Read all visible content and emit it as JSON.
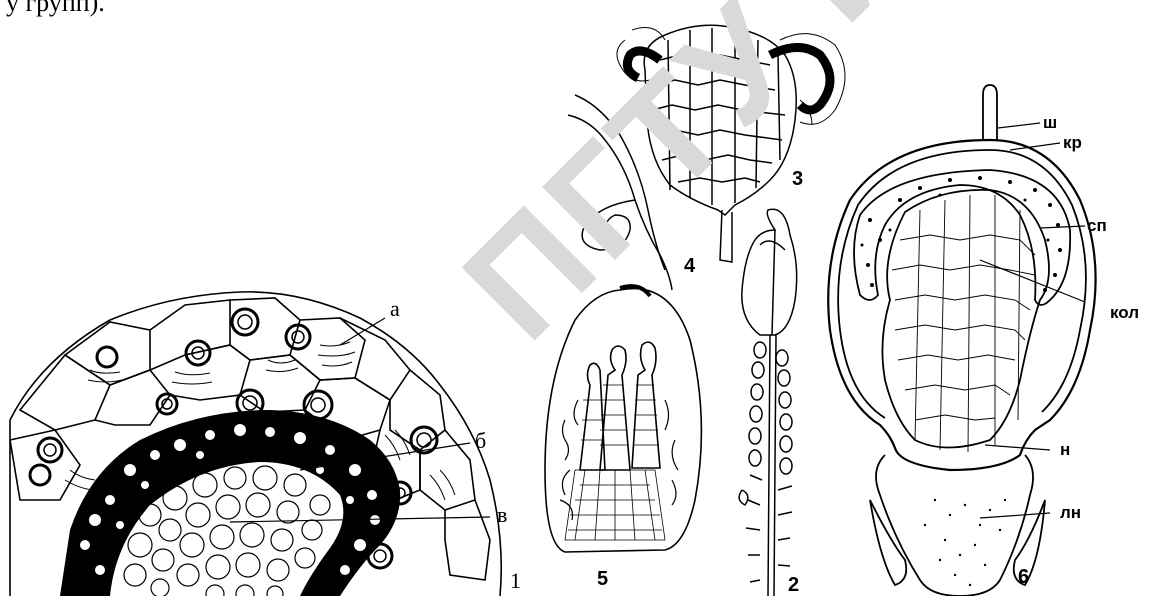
{
  "header": {
    "partial_text": "у групп)."
  },
  "watermark": {
    "text": "ПГТУ ИМЕНИ Ф"
  },
  "panel1": {
    "number": "1",
    "labels": {
      "a": "а",
      "b": "б",
      "v": "в"
    }
  },
  "panel2": {
    "number": "2"
  },
  "panel3": {
    "number": "3"
  },
  "panel4": {
    "number": "4"
  },
  "panel5": {
    "number": "5"
  },
  "panel6": {
    "number": "6",
    "labels": {
      "sh": "ш",
      "kr": "кр",
      "sp": "сп",
      "kol": "кол",
      "n": "н",
      "ln": "лн"
    }
  },
  "colors": {
    "ink": "#000000",
    "paper": "#ffffff",
    "watermark": "#d9d9d9"
  }
}
